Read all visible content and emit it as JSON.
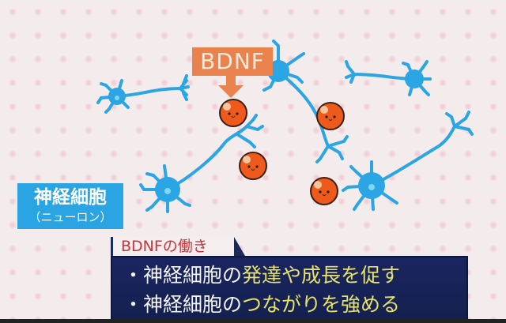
{
  "bdnf_label": "BDNF",
  "neuron_label": {
    "main": "神経細胞",
    "sub": "（ニューロン）"
  },
  "caption": {
    "title": "BDNFの働き",
    "items": [
      {
        "bullet": "・",
        "prefix": "神経細胞の",
        "highlight": "発達や成長を促す"
      },
      {
        "bullet": "・",
        "prefix": "神経細胞の",
        "highlight": "つながりを強める"
      }
    ]
  },
  "colors": {
    "neuron": "#2ba5e3",
    "bdnf": "#ef5a1c",
    "panel": "#1a2560",
    "highlight": "#e6e26a"
  }
}
